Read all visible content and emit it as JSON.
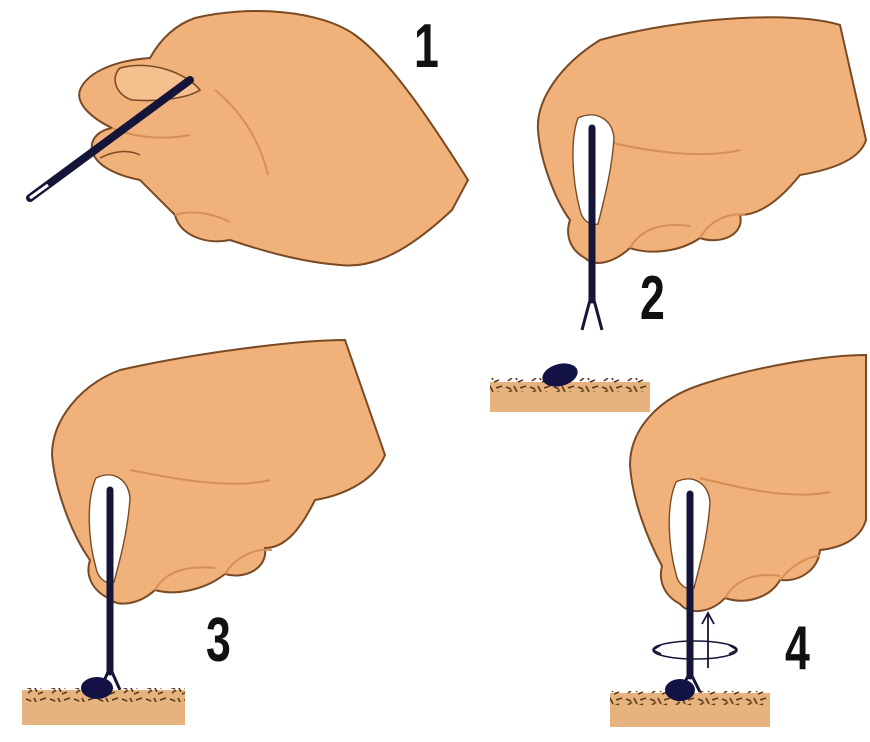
{
  "colors": {
    "skin": "#f0b27a",
    "skin_shadow": "#d58f56",
    "outline": "#7a4a24",
    "tool": "#15153a",
    "tick": "#121245",
    "soil": "#e6b27e",
    "soil_marks": "#5a3a1c"
  },
  "steps": [
    {
      "label": "1"
    },
    {
      "label": "2"
    },
    {
      "label": "3"
    },
    {
      "label": "4"
    }
  ]
}
